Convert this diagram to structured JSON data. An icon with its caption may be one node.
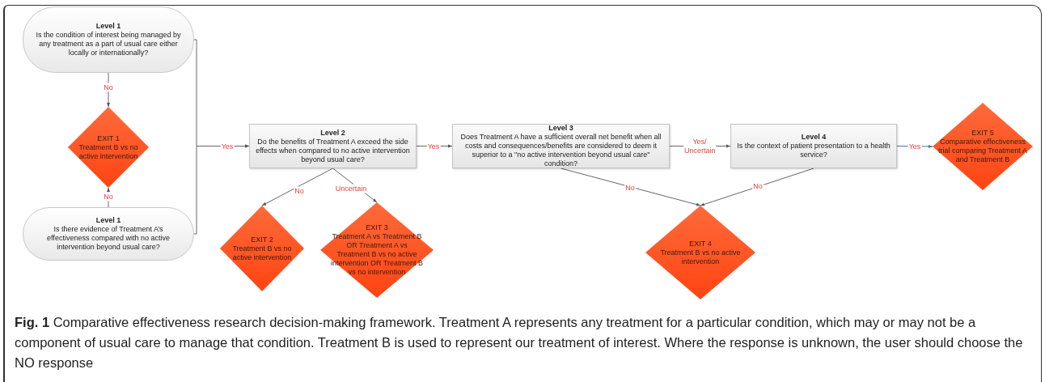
{
  "diagram": {
    "caption": "**Fig. 1** Comparative effectiveness research decision-making framework. Treatment A represents any treatment for a particular condition, which may or may not be a component of usual care to manage that condition. Treatment B is used to represent our treatment of interest. Where the response is unknown, the user should choose the NO response",
    "nodes": [
      {
        "text": [
          "Level 1",
          "Is the condition of interest being managed by any treatment as a part of usual care either locally or internationally?"
        ]
      },
      {
        "text": [
          "EXIT 1",
          "Treatment B vs no active intervention"
        ]
      },
      {
        "text": [
          "Level 1",
          "Is there evidence of Treatment A’s effectiveness compared with no active intervention beyond usual care?"
        ]
      },
      {
        "text": [
          "Level 2",
          "Do the benefits of Treatment A exceed the side effects when compared to no active intervention beyond usual care?"
        ]
      },
      {
        "text": [
          "EXIT 2",
          "Treatment  B vs no active intervention"
        ]
      },
      {
        "text": [
          "EXIT 3",
          "Treatment A vs Treatment B OR Treatment A vs Treatment B vs no active intervention OR Treatment B vs no intervention"
        ]
      },
      {
        "text": [
          "Level 3",
          "Does Treatment A have a sufficient overall net benefit when all costs and consequences/benefits are considered to deem it superior to a \"no active intervention beyond usual care\" condition?"
        ]
      },
      {
        "text": [
          "EXIT 4",
          "Treatment B vs no active intervention"
        ]
      },
      {
        "text": [
          "Level 4",
          "Is the context of patient presentation to a health service?"
        ]
      },
      {
        "text": [
          "EXIT 5",
          "Comparative effectiveness trial comparing Treatment A and Treatment B"
        ]
      }
    ],
    "edges": [
      {
        "from": 0,
        "to": 3,
        "arrow": "to",
        "label": "Yes"
      },
      {
        "from": 2,
        "to": 3,
        "arrow": "to"
      },
      {
        "from": 0,
        "to": 1,
        "arrow": "to",
        "label": "No"
      },
      {
        "from": 2,
        "to": 1,
        "arrow": "to",
        "label": "No"
      },
      {
        "from": 3,
        "to": 6,
        "arrow": "to",
        "label": "Yes"
      },
      {
        "from": 3,
        "to": 4,
        "arrow": "to",
        "label": "No"
      },
      {
        "from": 3,
        "to": 5,
        "arrow": "to",
        "label": "Uncertain"
      },
      {
        "from": 6,
        "to": 8,
        "arrow": "to",
        "label": "Yes/ Uncertain"
      },
      {
        "from": 6,
        "to": 7,
        "arrow": "to",
        "label": "No"
      },
      {
        "from": 8,
        "to": 7,
        "arrow": "to",
        "label": "No"
      },
      {
        "from": 8,
        "to": 9,
        "arrow": "to",
        "label": "Yes",
        "color": "#4a6fa5"
      }
    ]
  }
}
